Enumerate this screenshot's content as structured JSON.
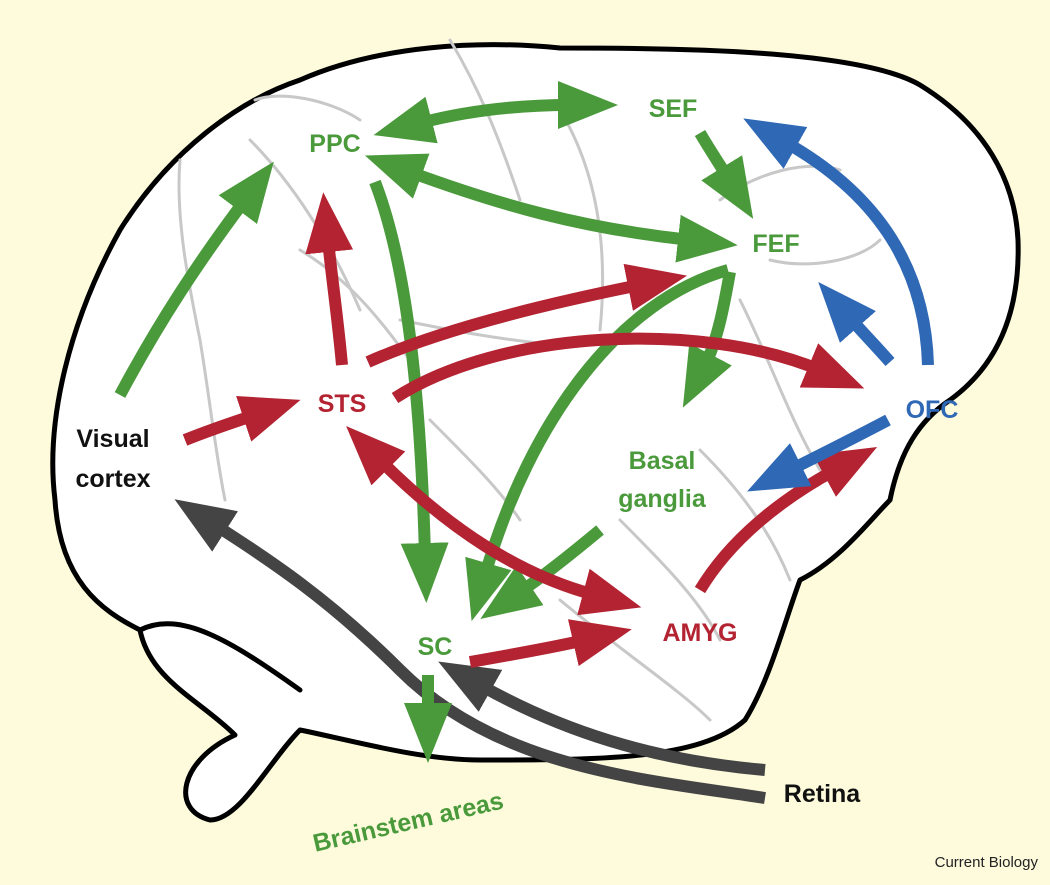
{
  "labels": {
    "ppc": "PPC",
    "sef": "SEF",
    "fef": "FEF",
    "sts": "STS",
    "ofc": "OFC",
    "visual_line1": "Visual",
    "visual_line2": "cortex",
    "basal_line1": "Basal",
    "basal_line2": "ganglia",
    "sc": "SC",
    "amyg": "AMYG",
    "brainstem": "Brainstem areas",
    "retina": "Retina"
  },
  "credit": "Current Biology",
  "colors": {
    "background": "#fdfbdc",
    "brain_fill": "#ffffff",
    "outline": "#000000",
    "sulci": "#c8c8c8",
    "green": "#4a9a3c",
    "red": "#b42332",
    "blue": "#2f68b5",
    "dark": "#444444"
  }
}
